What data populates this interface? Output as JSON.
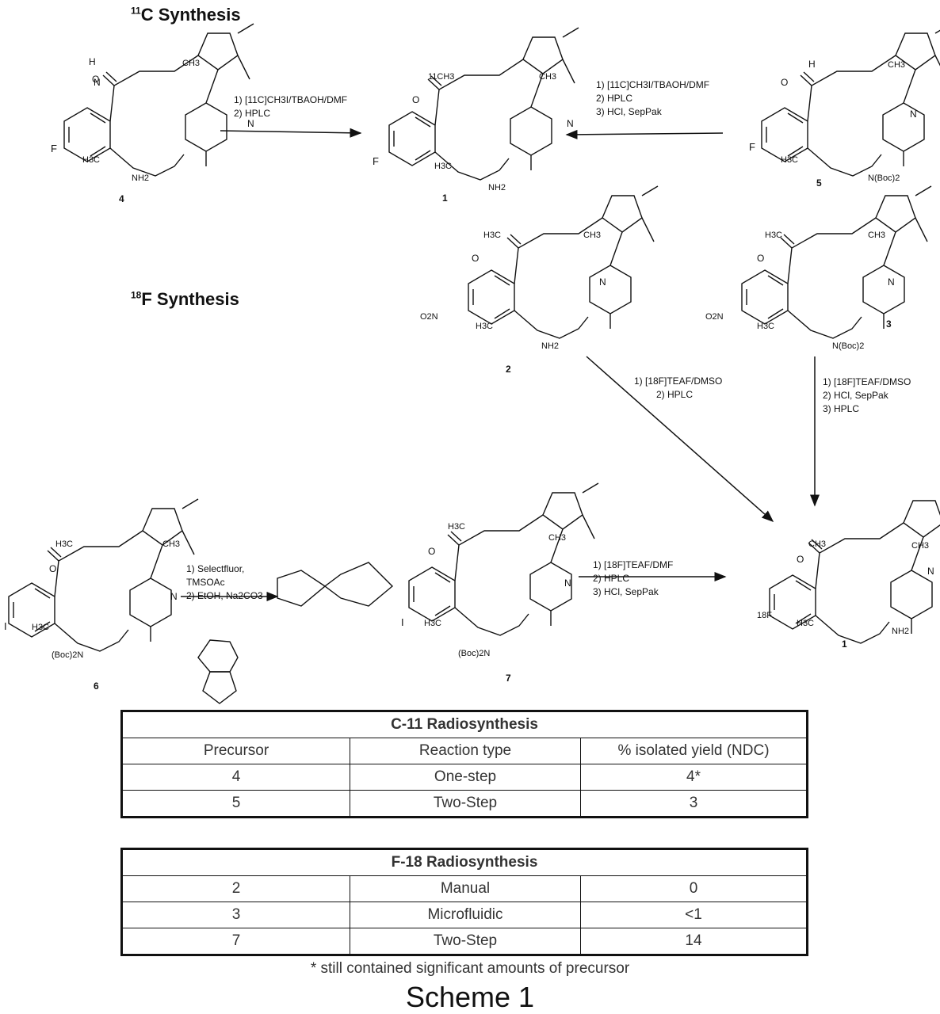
{
  "sections": {
    "c11_title_sup": "11",
    "c11_title": "C Synthesis",
    "f18_title_sup": "18",
    "f18_title": "F Synthesis"
  },
  "compounds": {
    "c4": "4",
    "c1a": "1",
    "c5": "5",
    "c2": "2",
    "c3": "3",
    "c6": "6",
    "c7": "7",
    "c1b": "1"
  },
  "conditions": {
    "a": [
      "1) [11C]CH3I/TBAOH/DMF",
      "2) HPLC"
    ],
    "b": [
      "1) [11C]CH3I/TBAOH/DMF",
      "2) HPLC",
      "3) HCl, SepPak"
    ],
    "c": [
      "1) [18F]TEAF/DMSO",
      "2) HPLC"
    ],
    "d": [
      "1) [18F]TEAF/DMSO",
      "2) HCl, SepPak",
      "3) HPLC"
    ],
    "e": [
      "1) Selectfluor,",
      "TMSOAc",
      "2) EtOH, Na2CO3"
    ],
    "f": [
      "1) [18F]TEAF/DMF",
      "2) HPLC",
      "3) HCl, SepPak"
    ]
  },
  "atoms": {
    "NH": "N",
    "H": "H",
    "O": "O",
    "N": "N",
    "F": "F",
    "CH3": "CH3",
    "H3C": "H3C",
    "NH2": "NH2",
    "NBoc2": "N(Boc)2",
    "BocN": "(Boc)2N",
    "O2N": "O2N",
    "I": "I",
    "Me11": "11CH3",
    "F18": "18F"
  },
  "table_c11": {
    "title": "C-11 Radiosynthesis",
    "headers": [
      "Precursor",
      "Reaction type",
      "% isolated yield (NDC)"
    ],
    "rows": [
      [
        "4",
        "One-step",
        "4*"
      ],
      [
        "5",
        "Two-Step",
        "3"
      ]
    ]
  },
  "table_f18": {
    "title": "F-18 Radiosynthesis",
    "rows": [
      [
        "2",
        "Manual",
        "0"
      ],
      [
        "3",
        "Microfluidic",
        "<1"
      ],
      [
        "7",
        "Two-Step",
        "14"
      ]
    ]
  },
  "footnote": "* still contained significant amounts of precursor",
  "caption": "Scheme 1"
}
